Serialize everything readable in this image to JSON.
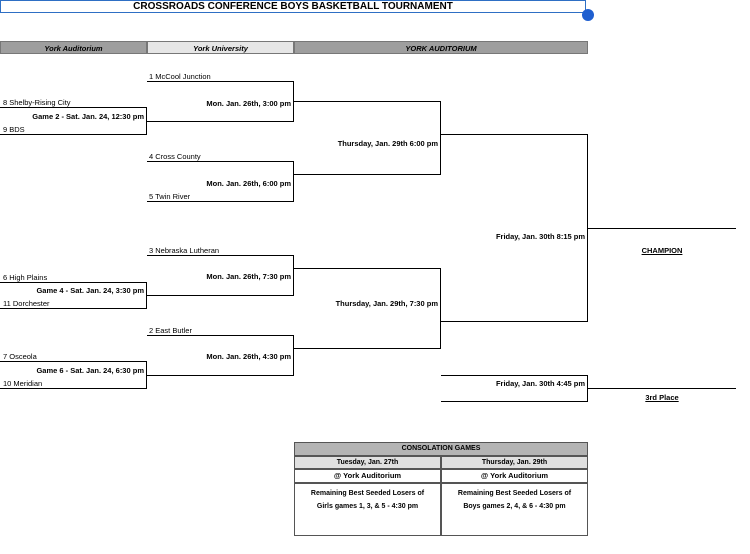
{
  "title": "CROSSROADS CONFERENCE BOYS BASKETBALL TOURNAMENT",
  "headers": {
    "col1": "York Auditorium",
    "col2": "York University",
    "col3": "YORK AUDITORIUM"
  },
  "teams": {
    "t1": "1 McCool Junction",
    "t8": "8 Shelby-Rising City",
    "t9": "9 BDS",
    "t4": "4 Cross County",
    "t5": "5 Twin River",
    "t3": "3 Nebraska Lutheran",
    "t6": "6 High Plains",
    "t11": "11 Dorchester",
    "t2": "2 East Butler",
    "t7": "7 Osceola",
    "t10": "10 Meridian"
  },
  "games": {
    "g2": "Game 2 - Sat. Jan. 24,  12:30 pm",
    "g4": "Game 4 - Sat. Jan. 24,  3:30 pm",
    "g6": "Game  6 - Sat. Jan. 24,  6:30 pm",
    "qf1": "Mon. Jan. 26th, 3:00 pm",
    "qf2": "Mon. Jan. 26th, 6:00 pm",
    "qf3": "Mon. Jan. 26th, 7:30 pm",
    "qf4": "Mon. Jan. 26th, 4:30 pm",
    "sf1": "Thursday, Jan. 29th 6:00 pm",
    "sf2": "Thursday, Jan. 29th, 7:30 pm",
    "final": "Friday, Jan. 30th 8:15 pm",
    "third": "Friday, Jan. 30th 4:45 pm"
  },
  "results": {
    "champion": "CHAMPION",
    "third_place": "3rd Place"
  },
  "consolation": {
    "title": "CONSOLATION GAMES",
    "left_date": "Tuesday, Jan. 27th",
    "right_date": "Thursday, Jan. 29th",
    "left_venue": "@ York Auditorium",
    "right_venue": "@ York Auditorium",
    "left_line1": "Remaining Best Seeded Losers of",
    "left_line2": "Girls games 1, 3, & 5 - 4:30 pm",
    "right_line1": "Remaining Best Seeded Losers of",
    "right_line2": "Boys games 2, 4, & 6 - 4:30 pm"
  }
}
